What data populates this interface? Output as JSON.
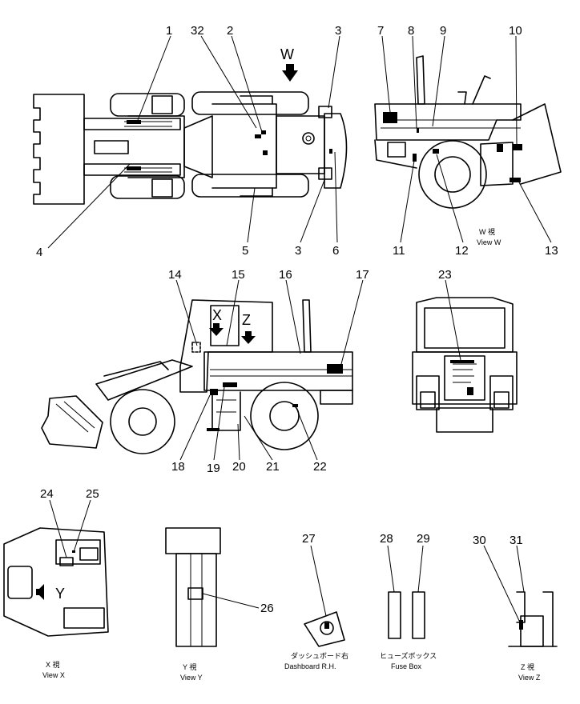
{
  "callouts": [
    "1",
    "2",
    "3",
    "3",
    "4",
    "5",
    "6",
    "7",
    "8",
    "9",
    "10",
    "11",
    "12",
    "13",
    "14",
    "15",
    "16",
    "17",
    "18",
    "19",
    "20",
    "21",
    "22",
    "23",
    "24",
    "25",
    "26",
    "27",
    "28",
    "29",
    "30",
    "31",
    "32"
  ],
  "view_letters": {
    "w": "W",
    "x": "X",
    "z": "Z",
    "y": "Y"
  },
  "captions": {
    "view_w_jp": "W 視",
    "view_w_en": "View W",
    "view_x_jp": "X 視",
    "view_x_en": "View X",
    "view_y_jp": "Y 視",
    "view_y_en": "View Y",
    "dashboard_jp": "ダッシュボード右",
    "dashboard_en": "Dashboard R.H.",
    "fusebox_jp": "ヒューズボックス",
    "fusebox_en": "Fuse Box",
    "view_z_jp": "Z 視",
    "view_z_en": "View Z"
  }
}
